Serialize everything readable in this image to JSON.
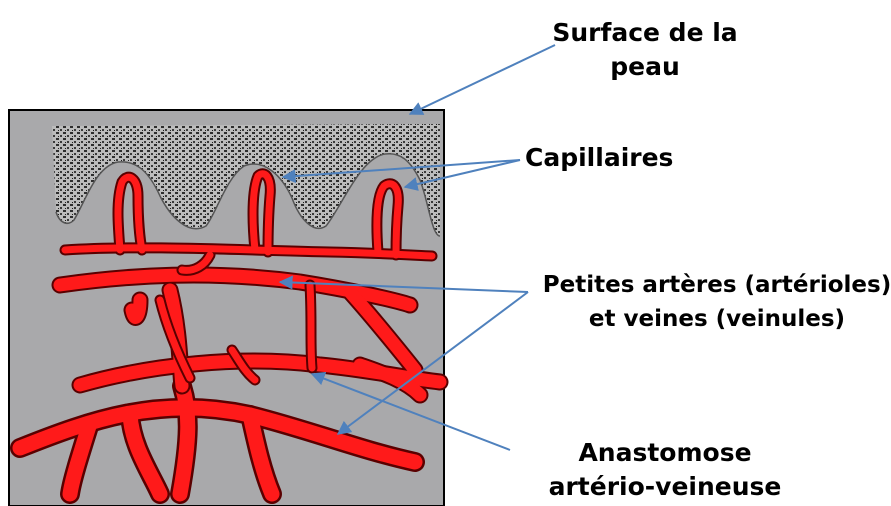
{
  "labels": {
    "surface": [
      "Surface de la",
      "peau"
    ],
    "capillaires": "Capillaires",
    "petites": [
      "Petites artères (artérioles)",
      "et veines (veinules)"
    ],
    "anastomose": [
      "Anastomose",
      "artério-veineuse"
    ]
  },
  "colors": {
    "vessel": "#ff1a1a",
    "vessel_outline": "#6a0000",
    "tissue_background": "#a9a9ab",
    "epidermis_dots": "#303030",
    "dermal_papillae": "#ffffff",
    "arrow": "#4f81bd"
  }
}
